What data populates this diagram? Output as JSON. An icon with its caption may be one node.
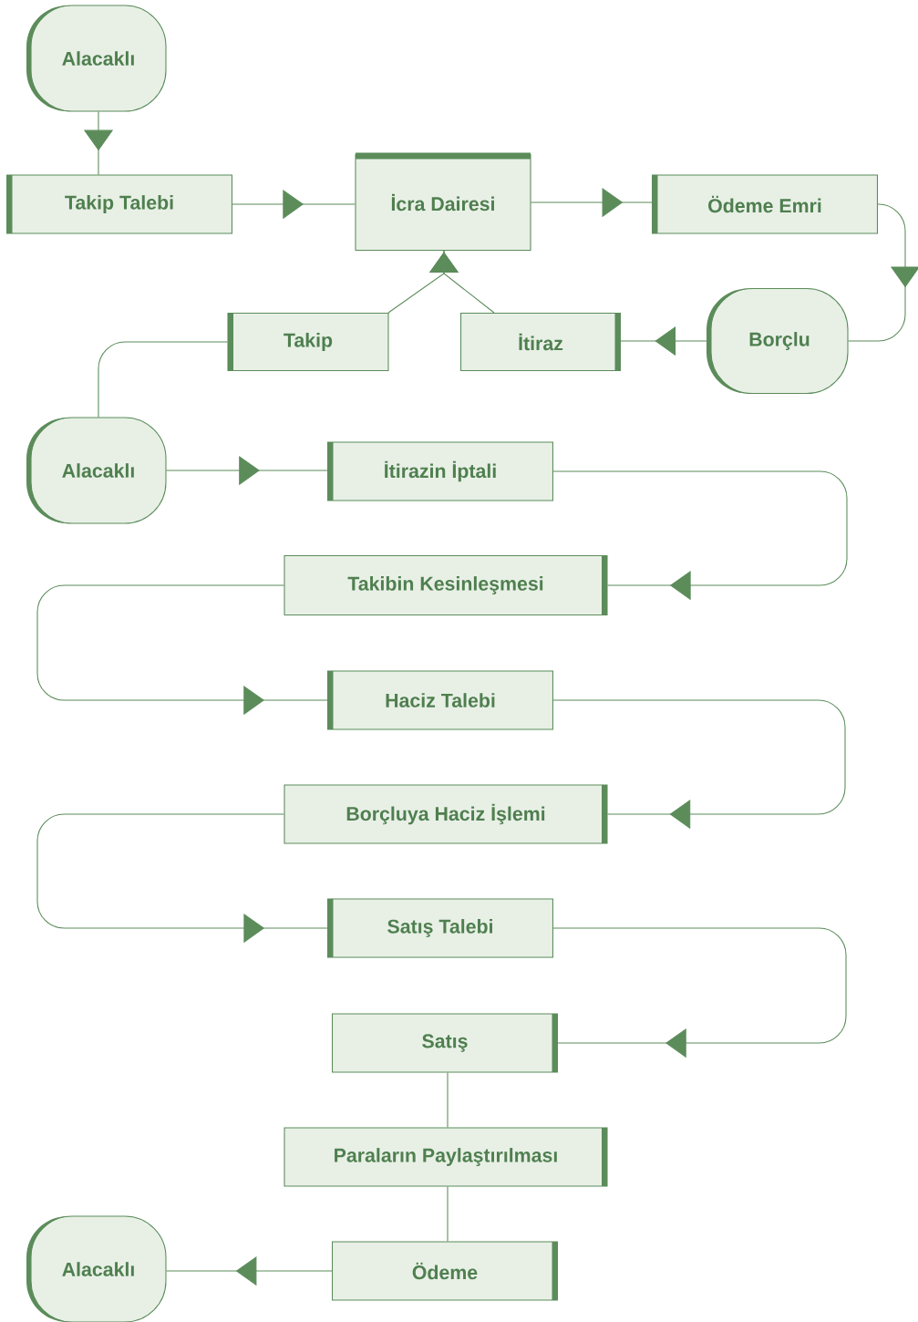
{
  "diagram": {
    "nodes": [
      {
        "text": [
          "Alacaklı"
        ]
      },
      {
        "text": [
          "Takip Talebi"
        ]
      },
      {
        "text": [
          "İcra Dairesi"
        ]
      },
      {
        "text": [
          "Ödeme Emri"
        ]
      },
      {
        "text": [
          "Borçlu"
        ]
      },
      {
        "text": [
          "İtiraz"
        ]
      },
      {
        "text": [
          "Takip"
        ]
      },
      {
        "text": [
          "Alacaklı"
        ]
      },
      {
        "text": [
          "İtirazin İptali"
        ]
      },
      {
        "text": [
          "Takibin Kesinleşmesi"
        ]
      },
      {
        "text": [
          "Haciz Talebi"
        ]
      },
      {
        "text": [
          "Borçluya Haciz İşlemi"
        ]
      },
      {
        "text": [
          "Satış Talebi"
        ]
      },
      {
        "text": [
          "Satış"
        ]
      },
      {
        "text": [
          "Paraların Paylaştırılması"
        ]
      },
      {
        "text": [
          "Ödeme"
        ]
      },
      {
        "text": [
          "Alacaklı"
        ]
      }
    ],
    "edges": [
      {
        "from": 0,
        "to": 1,
        "arrow": "to"
      },
      {
        "from": 1,
        "to": 2,
        "arrow": "to"
      },
      {
        "from": 2,
        "to": 3,
        "arrow": "to"
      },
      {
        "from": 3,
        "to": 4,
        "arrow": "to"
      },
      {
        "from": 4,
        "to": 5,
        "arrow": "to"
      },
      {
        "from": 5,
        "to": 2,
        "arrow": "to"
      },
      {
        "from": 6,
        "to": 2,
        "arrow": "to"
      },
      {
        "from": 6,
        "to": 7,
        "arrow": "none"
      },
      {
        "from": 7,
        "to": 8,
        "arrow": "to"
      },
      {
        "from": 8,
        "to": 9,
        "arrow": "to"
      },
      {
        "from": 9,
        "to": 10,
        "arrow": "to"
      },
      {
        "from": 10,
        "to": 11,
        "arrow": "to"
      },
      {
        "from": 11,
        "to": 12,
        "arrow": "to"
      },
      {
        "from": 12,
        "to": 13,
        "arrow": "to"
      },
      {
        "from": 13,
        "to": 14,
        "arrow": "none"
      },
      {
        "from": 14,
        "to": 15,
        "arrow": "none"
      },
      {
        "from": 15,
        "to": 16,
        "arrow": "to"
      }
    ]
  }
}
